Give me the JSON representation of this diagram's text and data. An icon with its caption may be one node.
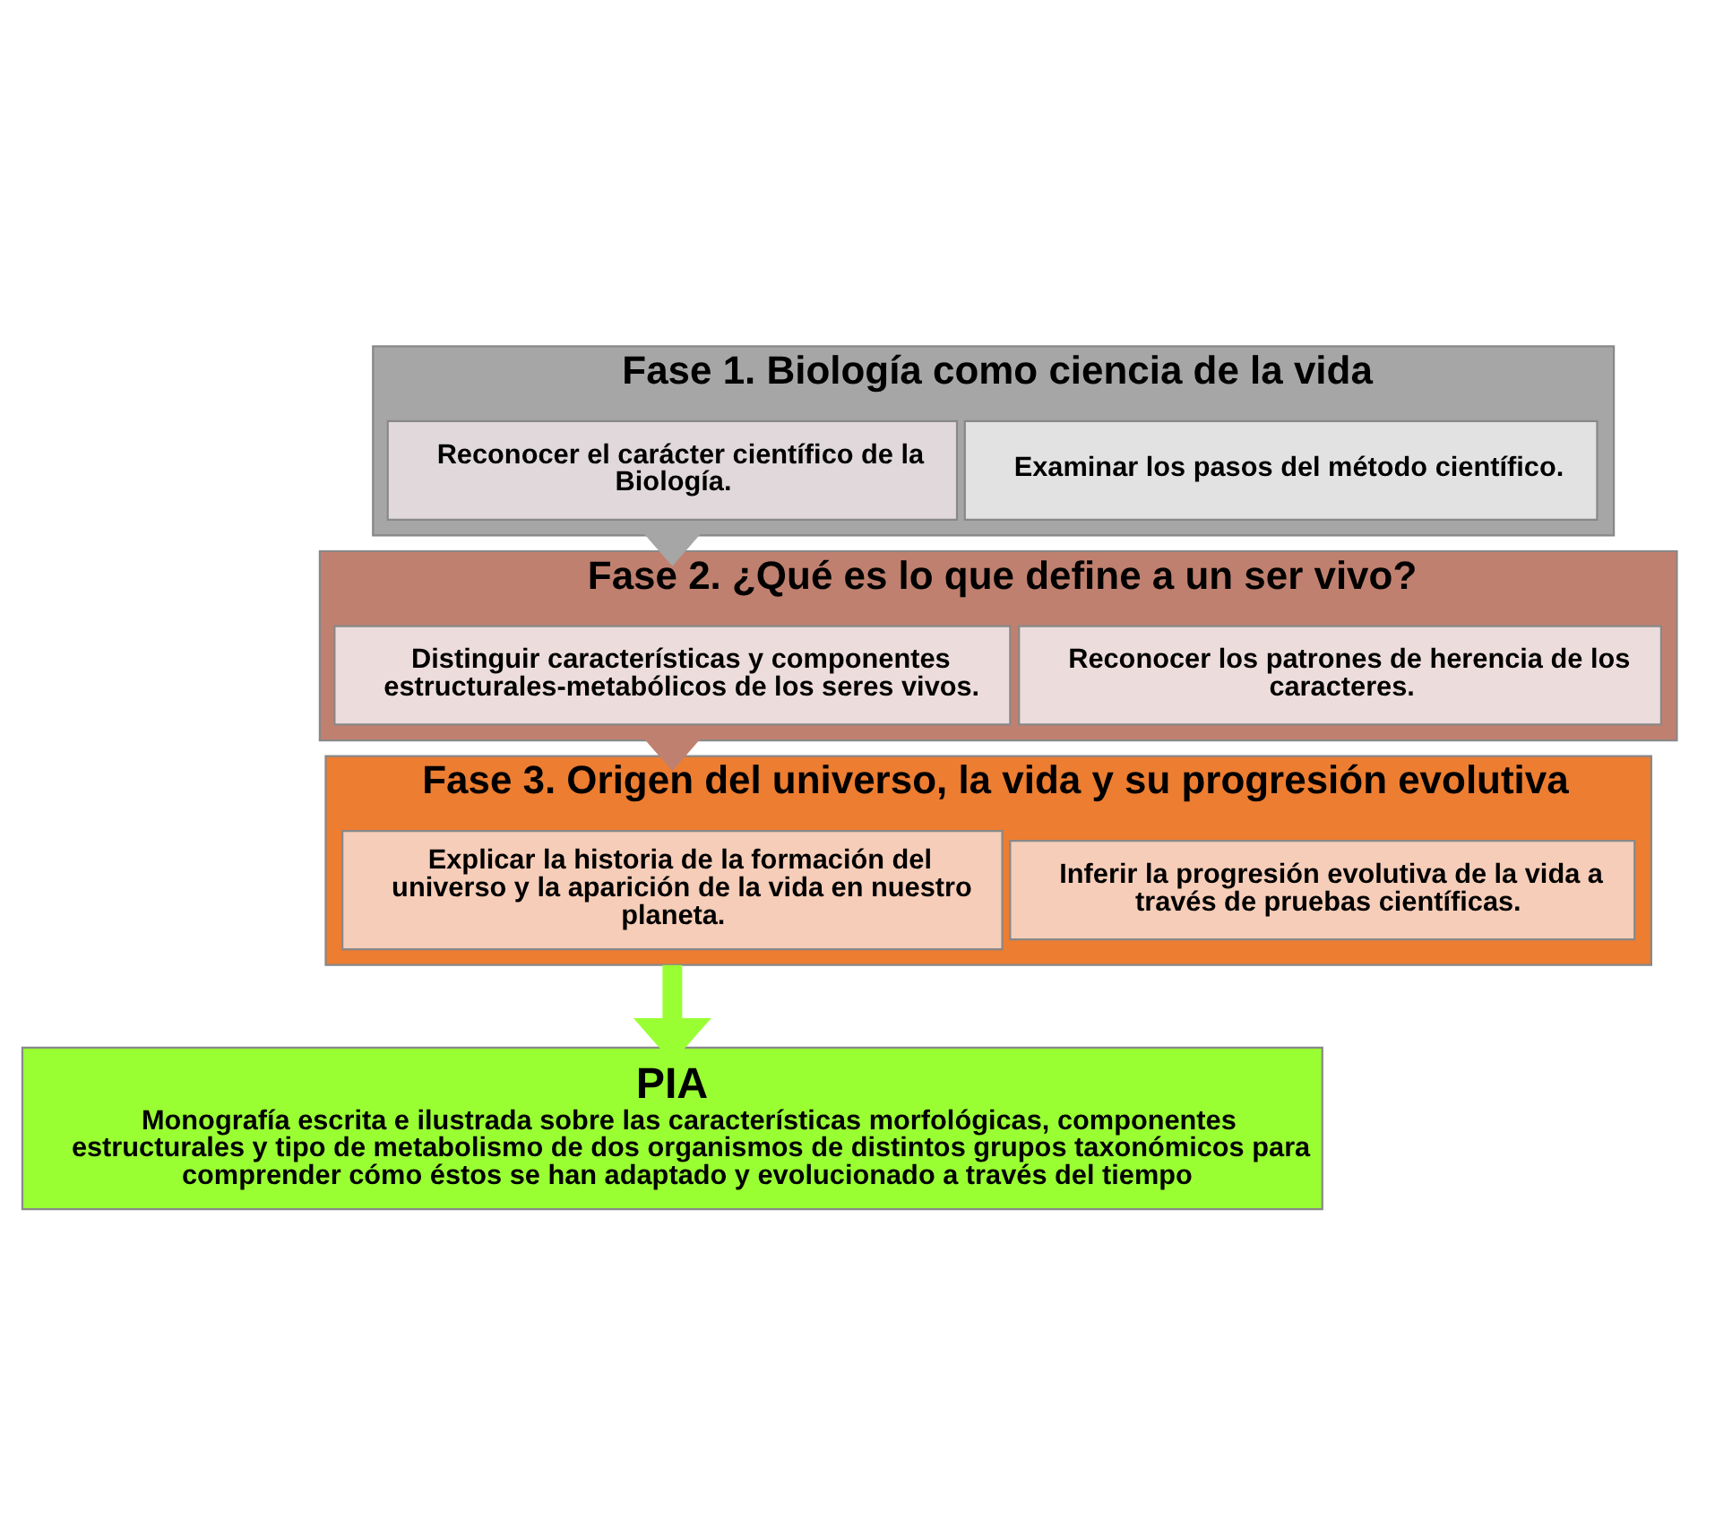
{
  "diagram": {
    "nodes": [
      {
        "text": [
          "Fase 1. Biología como ciencia de la vida"
        ]
      },
      {
        "text": [
          "Reconocer el carácter científico de la Biología."
        ],
        "in": 0
      },
      {
        "text": [
          "Examinar los pasos del método científico."
        ],
        "in": 0
      },
      {
        "text": [
          "Fase 2. ¿Qué es lo que define a un ser vivo?"
        ]
      },
      {
        "text": [
          "Distinguir características y componentes estructurales-metabólicos de los seres vivos."
        ],
        "in": 3
      },
      {
        "text": [
          "Reconocer los patrones de herencia de los caracteres."
        ],
        "in": 3
      },
      {
        "text": [
          "Fase 3. Origen del universo, la vida y su progresión evolutiva"
        ]
      },
      {
        "text": [
          "Explicar la historia de la formación del universo y la aparición de la vida en nuestro planeta."
        ],
        "in": 6
      },
      {
        "text": [
          "Inferir la progresión evolutiva de la vida a través de pruebas científicas."
        ],
        "in": 6
      },
      {
        "text": [
          "PIA",
          "Monografía escrita e ilustrada sobre las características morfológicas, componentes estructurales y tipo de metabolismo de dos organismos de distintos grupos taxonómicos para comprender cómo éstos se han adaptado y evolucionado a través del tiempo"
        ]
      }
    ],
    "edges": [
      {
        "from": 0,
        "to": 3,
        "arrow": "to",
        "color": "#a6a6a6"
      },
      {
        "from": 3,
        "to": 6,
        "arrow": "to",
        "color": "#c0806f"
      },
      {
        "from": 6,
        "to": 9,
        "arrow": "to",
        "color": "#99ff33"
      }
    ]
  }
}
